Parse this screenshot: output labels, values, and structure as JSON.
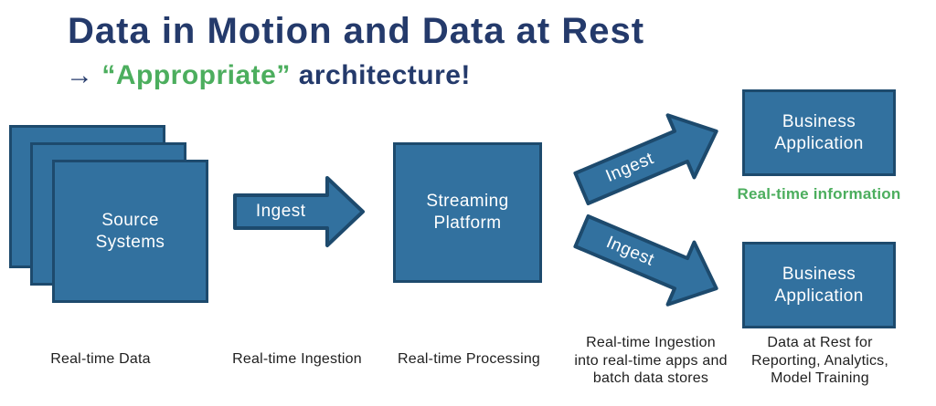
{
  "title": "Data in Motion and Data at Rest",
  "subtitle": {
    "prefix": "→ ",
    "highlight": "“Appropriate”",
    "suffix": " architecture!"
  },
  "nodes": {
    "source_systems": {
      "label": "Source Systems"
    },
    "streaming_platform": {
      "label": "Streaming Platform"
    },
    "business_application_top": {
      "label": "Business Application"
    },
    "business_application_bottom": {
      "label": "Business Application"
    }
  },
  "arrows": [
    {
      "label": "Ingest",
      "direction": "right"
    },
    {
      "label": "Ingest",
      "direction": "up-right"
    },
    {
      "label": "Ingest",
      "direction": "down-right"
    }
  ],
  "annotations": {
    "realtime_information": "Real-time information"
  },
  "captions": [
    {
      "text": "Real-time Data"
    },
    {
      "text": "Real-time Ingestion"
    },
    {
      "text": "Real-time Processing"
    },
    {
      "text": "Real-time Ingestion\ninto real-time apps and\nbatch data stores"
    },
    {
      "text": "Data at Rest for\nReporting, Analytics,\nModel Training"
    }
  ],
  "colors": {
    "navy": "#243a6b",
    "green": "#4cae5e",
    "box_fill": "#32719f",
    "box_border": "#1d4a6d",
    "caption_text": "#1f1f1f",
    "background": "#ffffff"
  }
}
